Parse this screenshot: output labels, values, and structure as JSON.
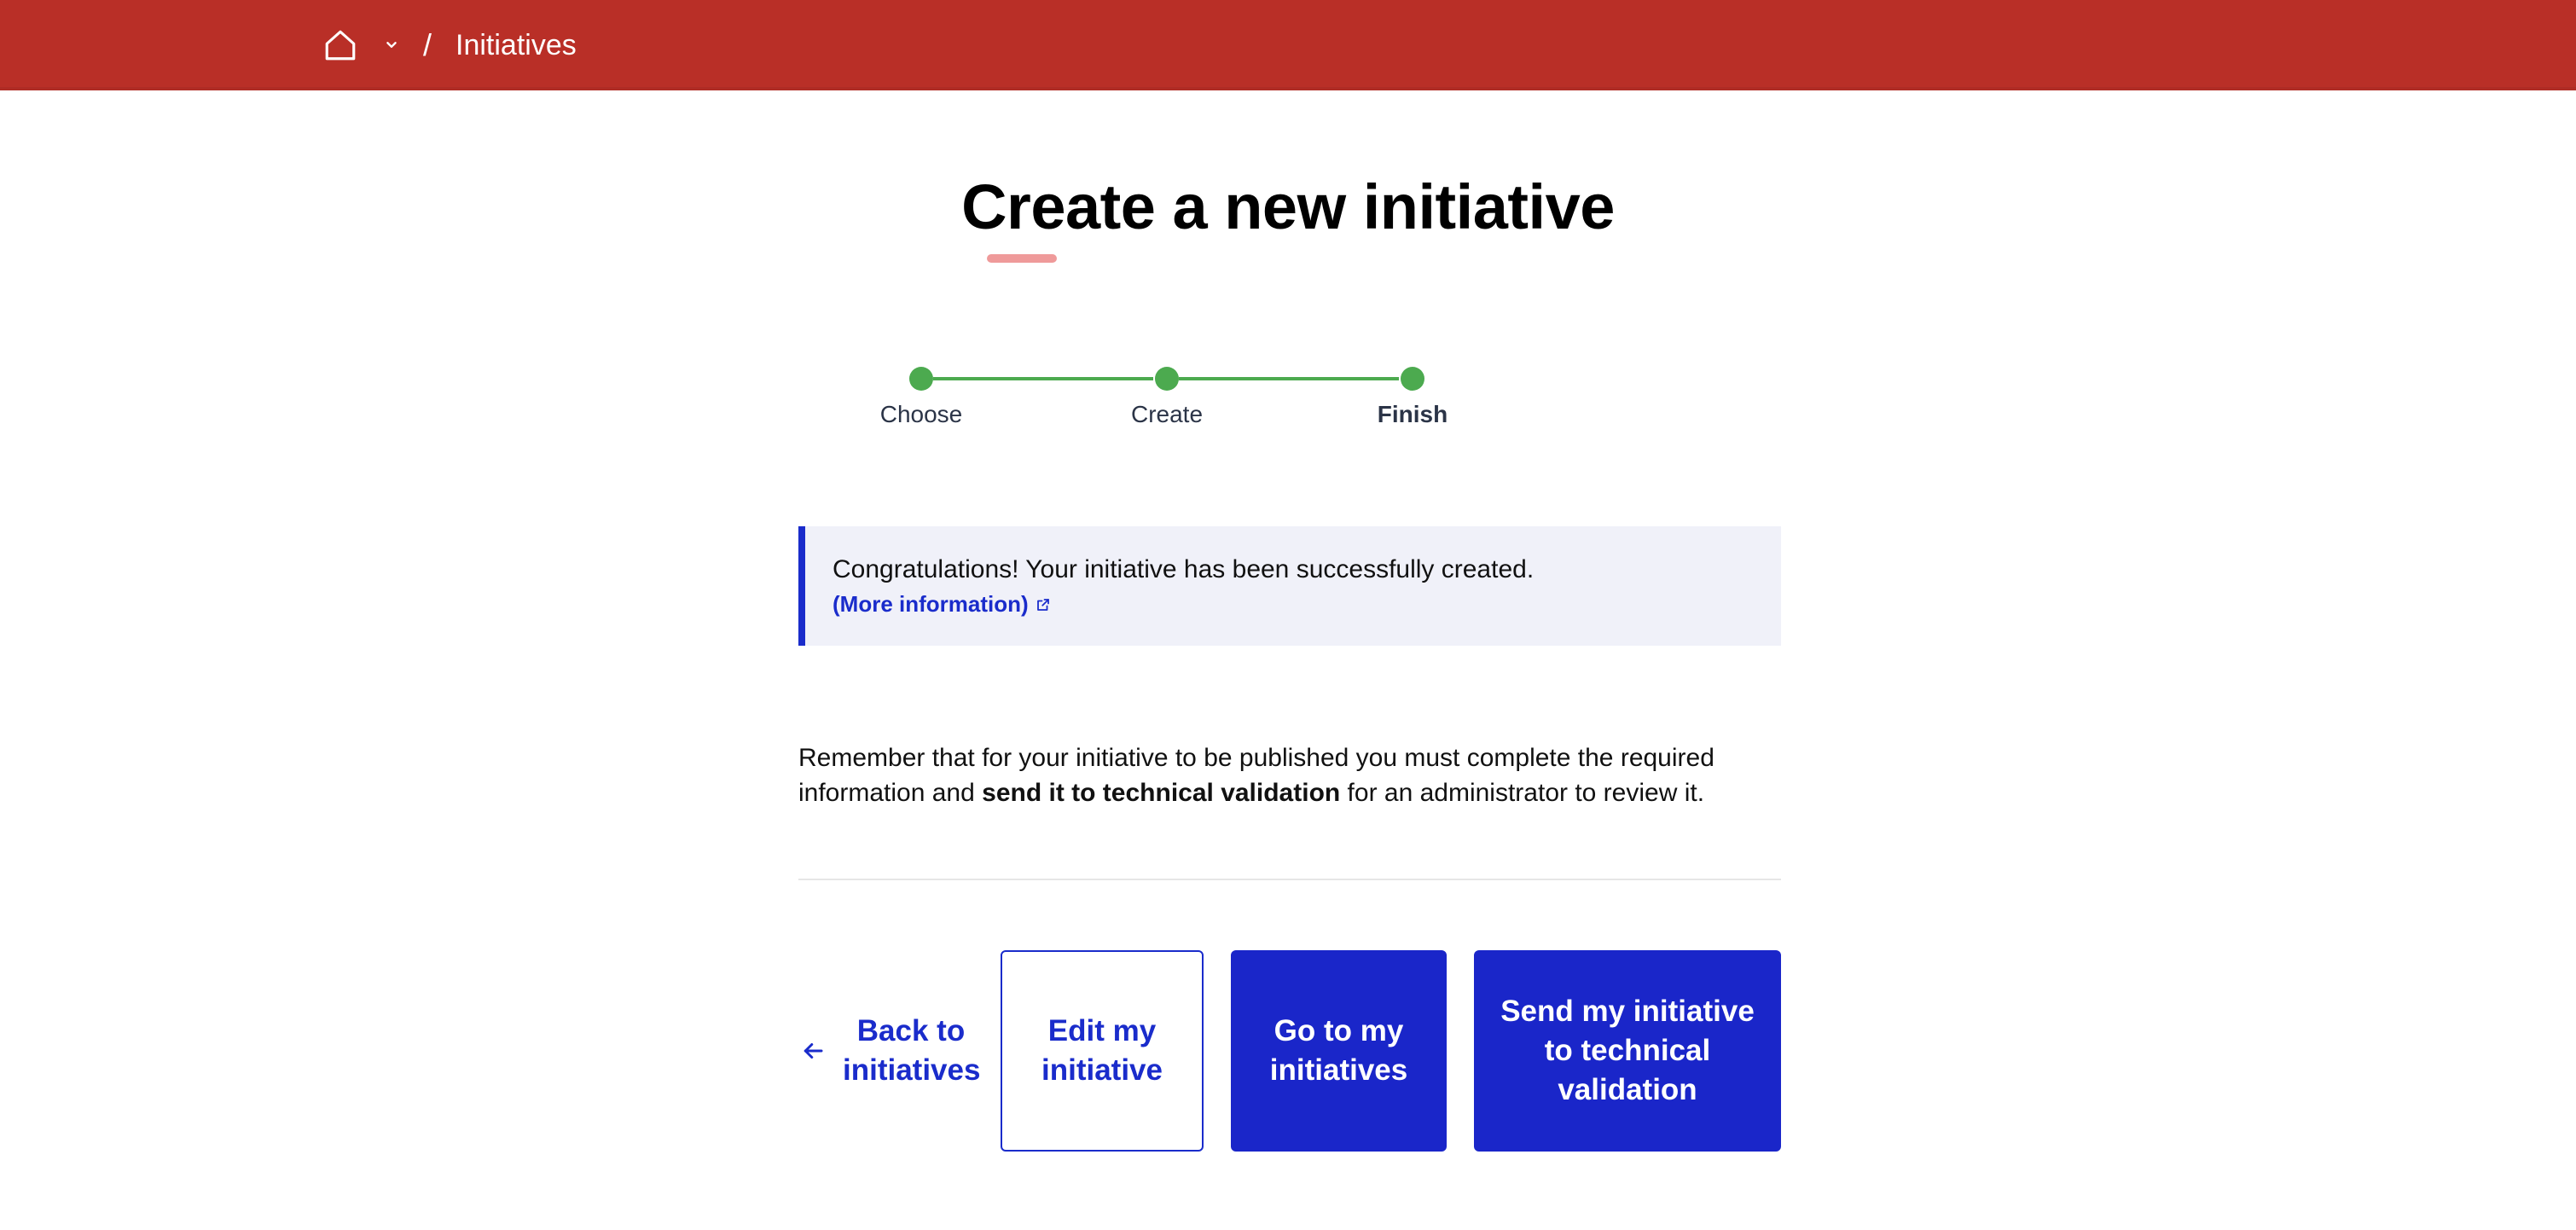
{
  "header": {
    "home_icon": "home-icon",
    "menu_icon": "chevron-down-icon",
    "separator": "/",
    "current": "Initiatives",
    "background_color": "#b92f27"
  },
  "page": {
    "title": "Create a new initiative"
  },
  "stepper": {
    "steps": [
      {
        "label": "Choose",
        "state": "done"
      },
      {
        "label": "Create",
        "state": "done"
      },
      {
        "label": "Finish",
        "state": "current"
      }
    ],
    "color": "#4caa4f"
  },
  "callout": {
    "message": "Congratulations! Your initiative has been successfully created.",
    "link_label": "(More information)",
    "link_icon": "external-link-icon"
  },
  "reminder": {
    "before": "Remember that for your initiative to be published you must complete the required information and ",
    "emphasis": "send it to technical validation",
    "after": " for an administrator to review it."
  },
  "actions": {
    "back_label": "Back to initiatives",
    "back_icon": "arrow-left-icon",
    "edit_label": "Edit my initiative",
    "goto_label": "Go to my initiatives",
    "send_label": "Send my initiative to technical validation",
    "primary_color": "#1a26c9"
  }
}
